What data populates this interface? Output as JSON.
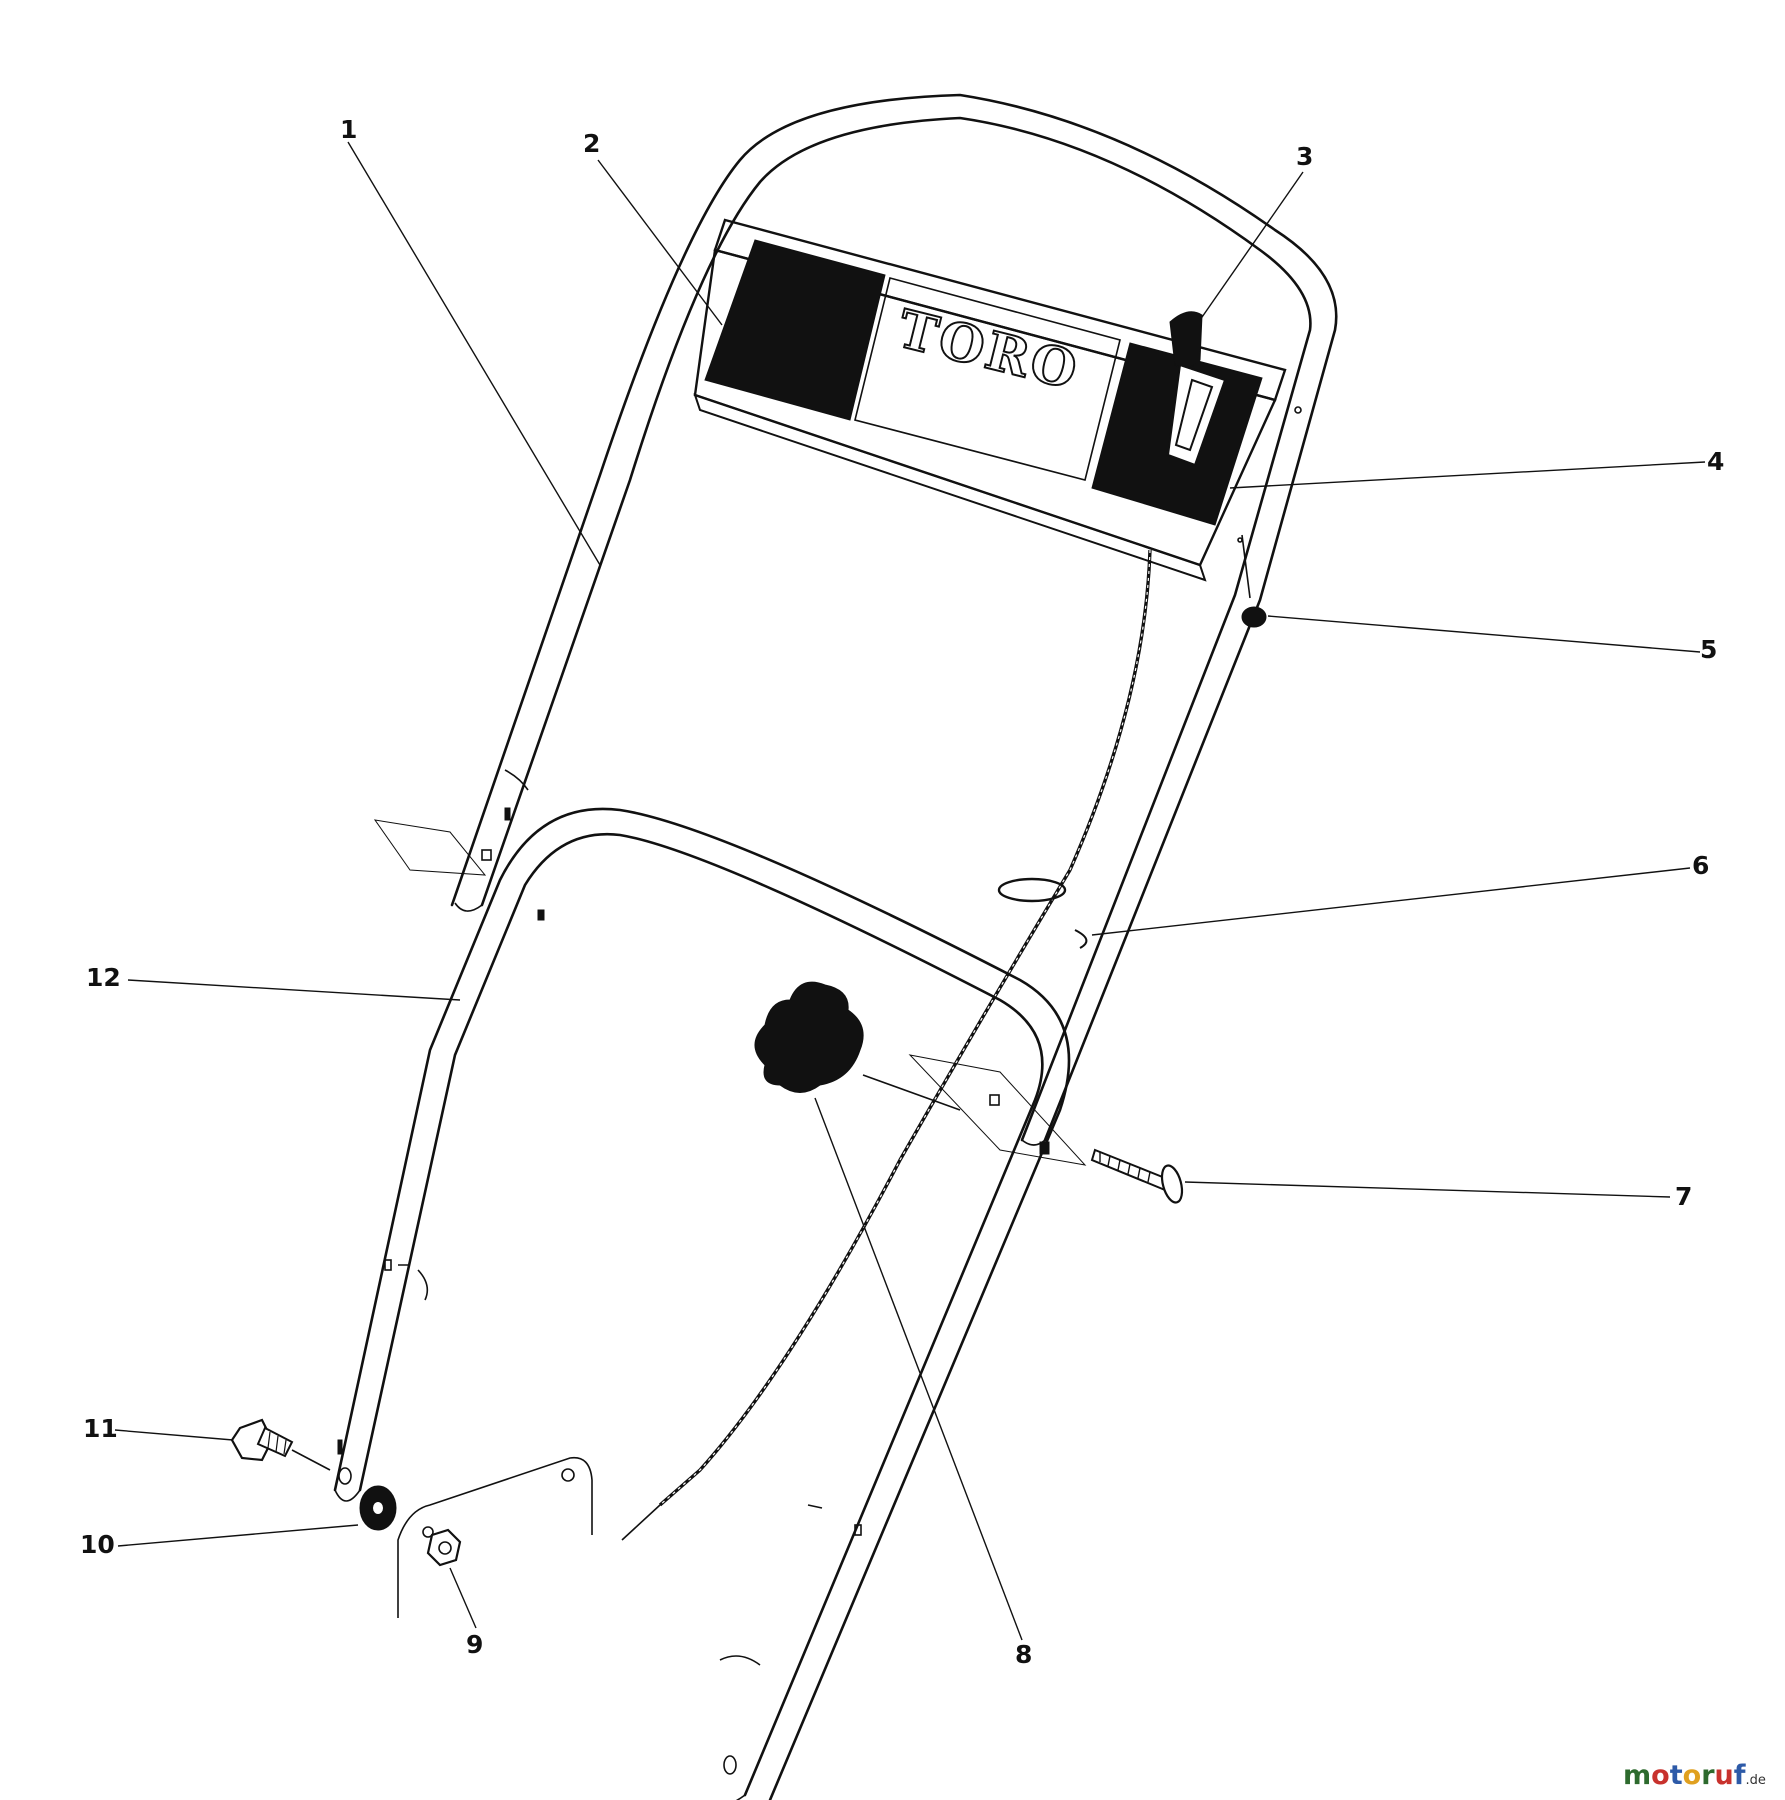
{
  "diagram": {
    "brand_logo_text": "TORO",
    "watermark": {
      "letters": [
        {
          "ch": "m",
          "color": "#2d6a2d"
        },
        {
          "ch": "o",
          "color": "#c8322d"
        },
        {
          "ch": "t",
          "color": "#2d5aa8"
        },
        {
          "ch": "o",
          "color": "#e0a020"
        },
        {
          "ch": "r",
          "color": "#2d6a2d"
        },
        {
          "ch": "u",
          "color": "#c8322d"
        },
        {
          "ch": "f",
          "color": "#2d5aa8"
        }
      ],
      "suffix": ".de"
    },
    "callouts": [
      {
        "number": "1",
        "part": "upper-handle"
      },
      {
        "number": "2",
        "part": "decal-panel"
      },
      {
        "number": "3",
        "part": "throttle-lever"
      },
      {
        "number": "4",
        "part": "control-panel"
      },
      {
        "number": "5",
        "part": "rivet"
      },
      {
        "number": "6",
        "part": "cable-clip"
      },
      {
        "number": "7",
        "part": "carriage-bolt"
      },
      {
        "number": "8",
        "part": "handle-knob"
      },
      {
        "number": "9",
        "part": "hex-nut"
      },
      {
        "number": "10",
        "part": "washer"
      },
      {
        "number": "11",
        "part": "shoulder-bolt"
      },
      {
        "number": "12",
        "part": "lower-handle"
      }
    ]
  }
}
